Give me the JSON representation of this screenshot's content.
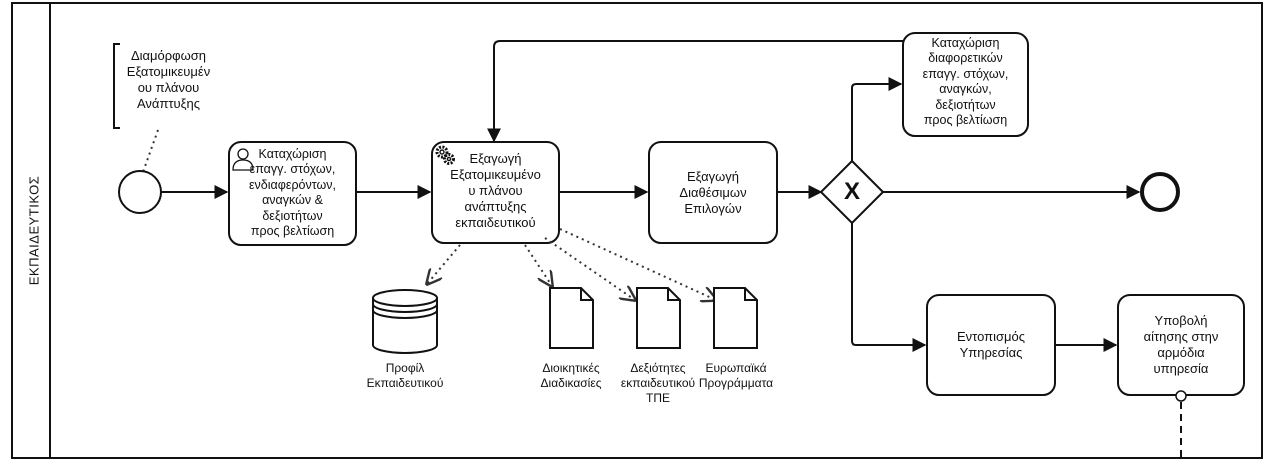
{
  "lane": {
    "label": "ΕΚΠΑΙΔΕΥΤΙΚΟΣ"
  },
  "annotation": {
    "text": "Διαμόρφωση\nΕξατομικευμέν\nου πλάνου\nΑνάπτυξης"
  },
  "tasks": {
    "register_goals": "Καταχώριση\nεπαγγ. στόχων,\nενδιαφερόντων,\nαναγκών &\nδεξιοτήτων\nπρος βελτίωση",
    "export_plan": "Εξαγωγή\nΕξατομικευμένο\nυ πλάνου\nανάπτυξης\nεκπαιδευτικού",
    "export_options": "Εξαγωγή\nΔιαθέσιμων\nΕπιλογών",
    "register_different": "Καταχώριση\nδιαφορετικών\nεπαγγ. στόχων,\nαναγκών,\nδεξιοτήτων\nπρος βελτίωση",
    "locate_service": "Εντοπισμός\nΥπηρεσίας",
    "submit_application": "Υποβολή\nαίτησης στην\nαρμόδια\nυπηρεσία"
  },
  "gateway": {
    "symbol": "X"
  },
  "data_objects": {
    "profile": "Προφίλ\nΕκπαιδευτικού",
    "admin_procedures": "Διοικητικές\nΔιαδικασίες",
    "ict_skills": "Δεξιότητες\nεκπαιδευτικού\nΤΠΕ",
    "eu_programmes": "Ευρωπαϊκά\nΠρογράμματα"
  },
  "colors": {
    "stroke": "#111111",
    "background": "#ffffff",
    "dotted": "#333333"
  }
}
